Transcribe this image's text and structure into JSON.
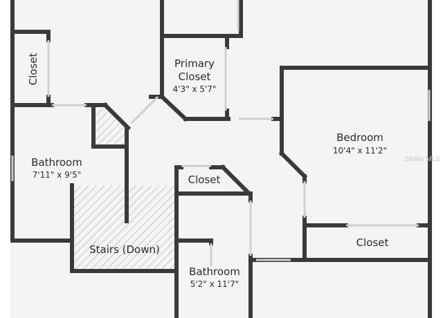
{
  "plan": {
    "colors": {
      "background": "#ffffff",
      "floor": "#f4f4f4",
      "wall": "#3a3a3a",
      "window": "#d0d0d0",
      "hatch": "#b8b8b8"
    },
    "labels": {
      "closet_left": "Closet",
      "primary_closet_line1": "Primary",
      "primary_closet_line2": "Closet",
      "primary_closet_dims": "4'3\" x 5'7\"",
      "bedroom": "Bedroom",
      "bedroom_dims": "10'4\" x 11'2\"",
      "bathroom_left": "Bathroom",
      "bathroom_left_dims": "7'11\" x 9'5\"",
      "closet_center": "Closet",
      "stairs": "Stairs (Down)",
      "closet_right": "Closet",
      "bathroom_bottom": "Bathroom",
      "bathroom_bottom_dims": "5'2\" x 11'7\"",
      "watermark": "Stellar MLS"
    }
  }
}
